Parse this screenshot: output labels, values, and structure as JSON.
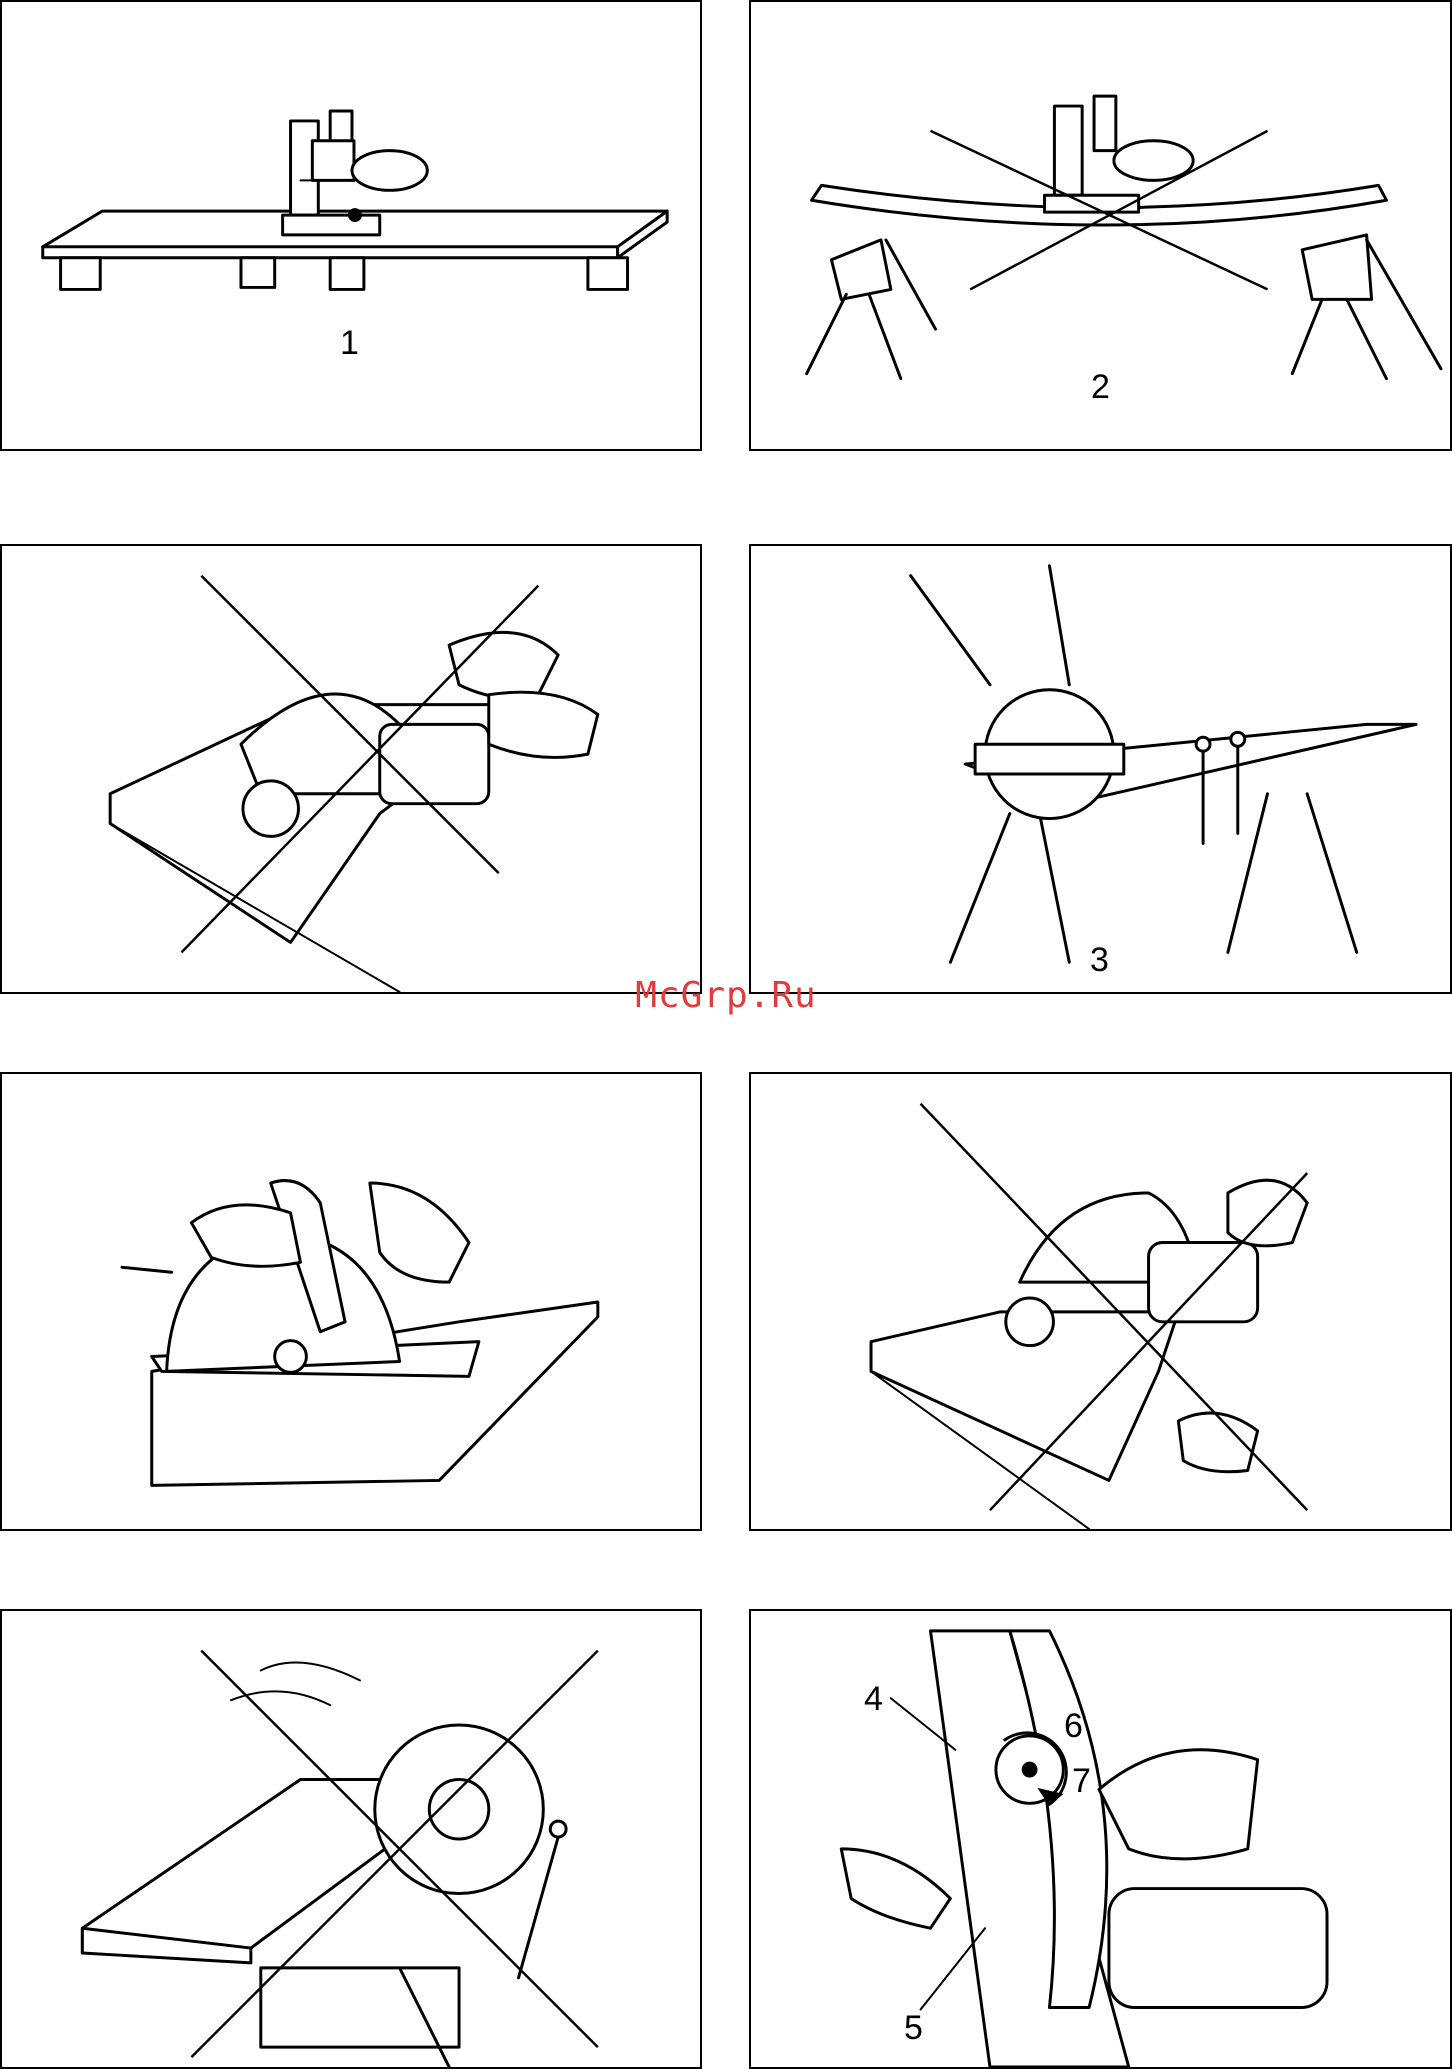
{
  "watermark": "McGrp.Ru",
  "figures": {
    "fig1_label": "1",
    "fig2_label": "2",
    "fig3_label": "3"
  },
  "callouts": {
    "c4": "4",
    "c5": "5",
    "c6": "6",
    "c7": "7"
  },
  "panels": [
    {
      "id": "p1",
      "status": "correct"
    },
    {
      "id": "p2",
      "status": "incorrect"
    },
    {
      "id": "p3",
      "status": "incorrect"
    },
    {
      "id": "p4",
      "status": "correct"
    },
    {
      "id": "p5",
      "status": "correct"
    },
    {
      "id": "p6",
      "status": "incorrect"
    },
    {
      "id": "p7",
      "status": "incorrect"
    },
    {
      "id": "p8",
      "status": "correct"
    }
  ],
  "colors": {
    "watermark": "#e23b3b",
    "line": "#000000"
  }
}
